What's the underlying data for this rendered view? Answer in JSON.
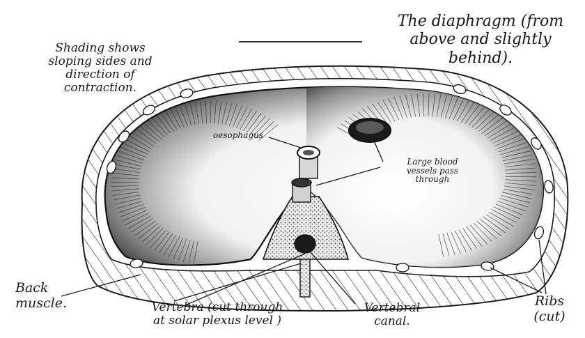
{
  "diagram": {
    "title_lines": "The diaphragm (from\nabove and slightly\nbehind).",
    "labels": {
      "shading_note": "Shading shows\nsloping sides and\ndirection of\ncontraction.",
      "oesophagus": "oesophagus",
      "blood_vessels": "Large blood\nvessels pass\nthrough",
      "back_muscle": "Back\nmuscle.",
      "vertebra": "Vertebra (cut through\nat solar plexus level )",
      "vertebral_canal": "Vertebral\ncanal.",
      "ribs": "Ribs\n(cut)"
    },
    "colors": {
      "ink": "#1a1a1a",
      "paper": "#ffffff",
      "shade": "#2a2a2a"
    }
  }
}
